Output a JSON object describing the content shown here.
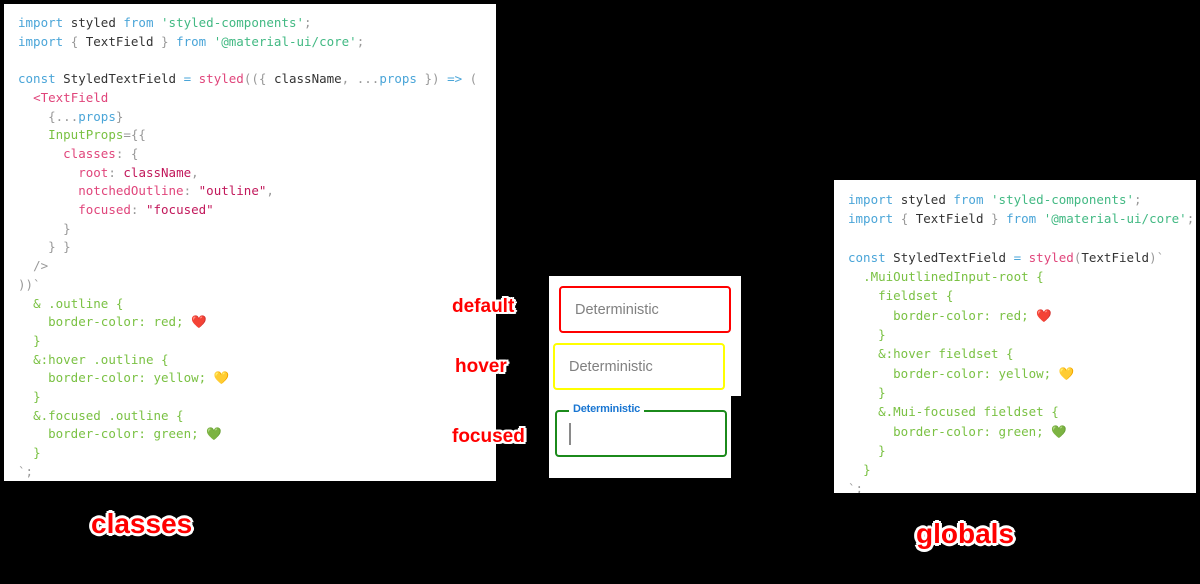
{
  "panels": {
    "classes": {
      "caption": "classes",
      "code_lines": [
        "import styled from 'styled-components';",
        "import { TextField } from '@material-ui/core';",
        "",
        "const StyledTextField = styled(({ className, ...props }) => (",
        "  <TextField",
        "    {...props}",
        "    InputProps={{",
        "      classes: {",
        "        root: className,",
        "        notchedOutline: \"outline\",",
        "        focused: \"focused\"",
        "      }",
        "    } }",
        "  />",
        "))`",
        "  & .outline {",
        "    border-color: red; ❤️",
        "  }",
        "  &:hover .outline {",
        "    border-color: yellow; 💛",
        "  }",
        "  &.focused .outline {",
        "    border-color: green; 💚",
        "  }",
        "`;"
      ]
    },
    "globals": {
      "caption": "globals",
      "code_lines": [
        "import styled from 'styled-components';",
        "import { TextField } from '@material-ui/core';",
        "",
        "const StyledTextField = styled(TextField)`",
        "  .MuiOutlinedInput-root {",
        "    fieldset {",
        "      border-color: red; ❤️",
        "    }",
        "    &:hover fieldset {",
        "      border-color: yellow; 💛",
        "    }",
        "    &.Mui-focused fieldset {",
        "      border-color: green; 💚",
        "    }",
        "  }",
        "`;"
      ]
    }
  },
  "demo": {
    "fields": [
      {
        "state": "default",
        "annotation": "default",
        "label": "Deterministic",
        "border_color": "#ff0000",
        "label_color": "#808080",
        "value": ""
      },
      {
        "state": "hover",
        "annotation": "hover",
        "label": "Deterministic",
        "border_color": "#ffff00",
        "label_color": "#808080",
        "value": ""
      },
      {
        "state": "focused",
        "annotation": "focused",
        "label": "Deterministic",
        "border_color": "#1b8a1b",
        "label_color": "#1976d2",
        "value": ""
      }
    ]
  },
  "colors": {
    "background": "#000000",
    "panel": "#ffffff",
    "annotation": "#ff0000",
    "red": "#ff0000",
    "yellow": "#ffff00",
    "green": "#1b8a1b",
    "blue": "#1976d2"
  },
  "emoji": {
    "red_heart": "❤️",
    "yellow_heart": "💛",
    "green_heart": "💚"
  }
}
